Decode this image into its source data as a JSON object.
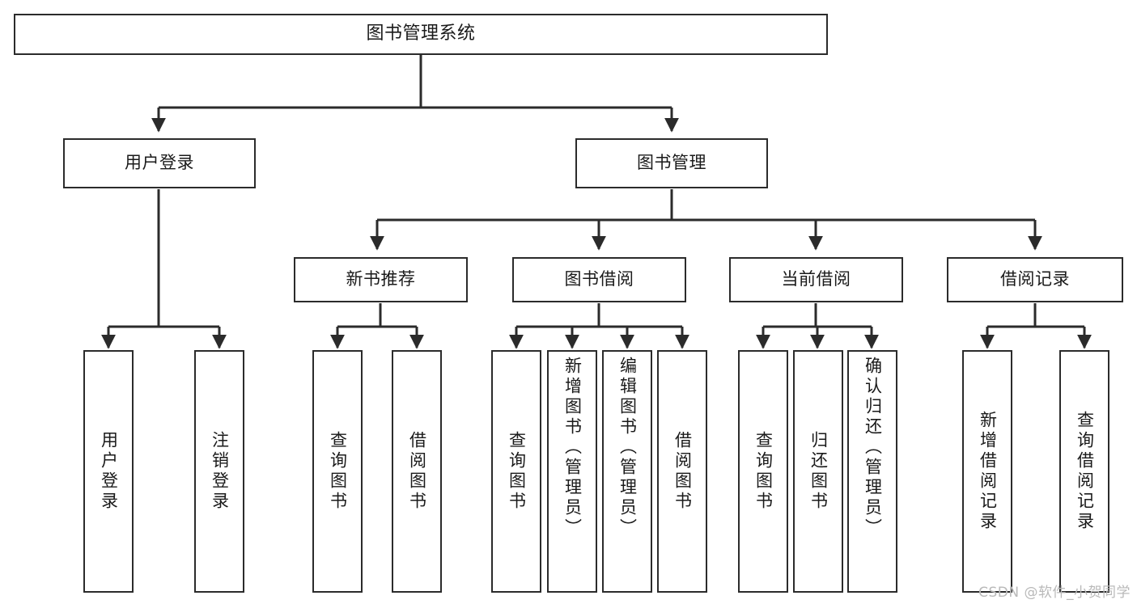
{
  "diagram": {
    "title": "图书管理系统",
    "type": "tree",
    "watermark": "CSDN @软件_小贺同学",
    "line_color": "#2b2b2b",
    "box_fill": "#ffffff",
    "text_color": "#1a1a1a",
    "nodes": {
      "root": {
        "label": "图书管理系统"
      },
      "level2": [
        {
          "id": "user-login",
          "label": "用户登录"
        },
        {
          "id": "book-manage",
          "label": "图书管理"
        }
      ],
      "level3": [
        {
          "id": "new-book-recommend",
          "label": "新书推荐"
        },
        {
          "id": "book-borrow",
          "label": "图书借阅"
        },
        {
          "id": "current-borrow",
          "label": "当前借阅"
        },
        {
          "id": "borrow-record",
          "label": "借阅记录"
        }
      ],
      "leaves": {
        "user-login": [
          {
            "id": "leaf-user-login",
            "label": "用户登录"
          },
          {
            "id": "leaf-logout",
            "label": "注销登录"
          }
        ],
        "new-book-recommend": [
          {
            "id": "leaf-query-book-1",
            "label": "查询图书"
          },
          {
            "id": "leaf-borrow-book-1",
            "label": "借阅图书"
          }
        ],
        "book-borrow": [
          {
            "id": "leaf-query-book-2",
            "label": "查询图书"
          },
          {
            "id": "leaf-add-book",
            "label": "新增图书（管理员）"
          },
          {
            "id": "leaf-edit-book",
            "label": "编辑图书（管理员）"
          },
          {
            "id": "leaf-borrow-book-2",
            "label": "借阅图书"
          }
        ],
        "current-borrow": [
          {
            "id": "leaf-query-book-3",
            "label": "查询图书"
          },
          {
            "id": "leaf-return-book",
            "label": "归还图书"
          },
          {
            "id": "leaf-confirm-return",
            "label": "确认归还（管理员）"
          }
        ],
        "borrow-record": [
          {
            "id": "leaf-add-record",
            "label": "新增借阅记录"
          },
          {
            "id": "leaf-query-record",
            "label": "查询借阅记录"
          }
        ]
      }
    }
  }
}
